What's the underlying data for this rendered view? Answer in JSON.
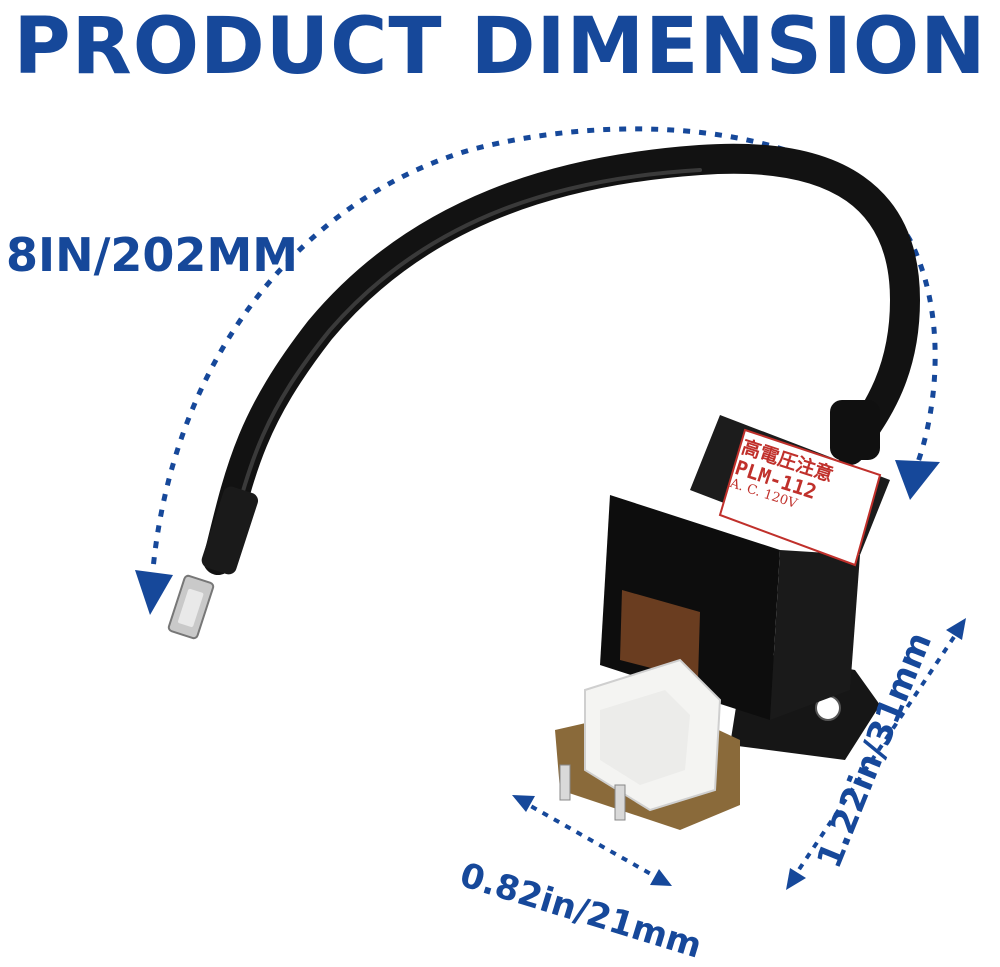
{
  "header": {
    "title": "PRODUCT DIMENSION"
  },
  "dimensions": {
    "cable_length": "8IN/202MM",
    "width": "0.82in/21mm",
    "height": "1.22in/31mm"
  },
  "product_label": {
    "warning_text": "高電圧注意",
    "model": "PLM-112",
    "rating": "A. C. 120V"
  },
  "colors": {
    "accent_blue": "#16489a",
    "label_red": "#c0302b",
    "body_black": "#111111",
    "connector_white": "#f4f4f2",
    "pcb_brown": "#8a6a3a"
  }
}
